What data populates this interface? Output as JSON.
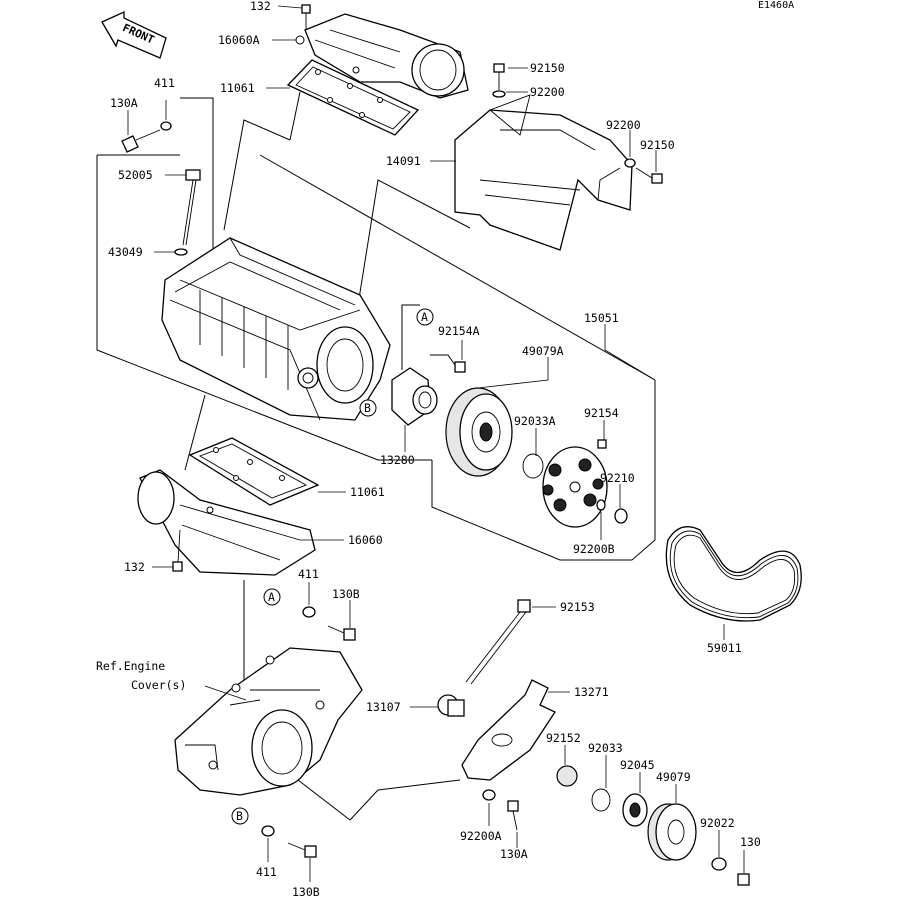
{
  "diagram_code": "E1460A",
  "front_arrow": {
    "text": "FRONT",
    "icon": "front-arrow-icon"
  },
  "reference_note": {
    "line1": "Ref.Engine",
    "line2": "Cover(s)"
  },
  "markers": {
    "a": "A",
    "b": "B"
  },
  "labels": {
    "p132_top": "132",
    "p16060a": "16060A",
    "p11061_top": "11061",
    "p411_top": "411",
    "p130a_top": "130A",
    "p52005": "52005",
    "p43049": "43049",
    "p92150_top": "92150",
    "p92200_top": "92200",
    "p92200_right": "92200",
    "p92150_right": "92150",
    "p14091": "14091",
    "p15051": "15051",
    "p92154a": "92154A",
    "p49079a": "49079A",
    "p92033a": "92033A",
    "p92154": "92154",
    "p92210": "92210",
    "p92200b": "92200B",
    "p13280": "13280",
    "p11061_bot": "11061",
    "p16060": "16060",
    "p132_bot": "132",
    "p411_mid": "411",
    "p130b_mid": "130B",
    "p59011": "59011",
    "p92153": "92153",
    "p13271": "13271",
    "p13107": "13107",
    "p92152": "92152",
    "p92033": "92033",
    "p92045": "92045",
    "p49079": "49079",
    "p92022": "92022",
    "p130": "130",
    "p92200a": "92200A",
    "p130a_bot": "130A",
    "p411_bot": "411",
    "p130b_bot": "130B"
  }
}
